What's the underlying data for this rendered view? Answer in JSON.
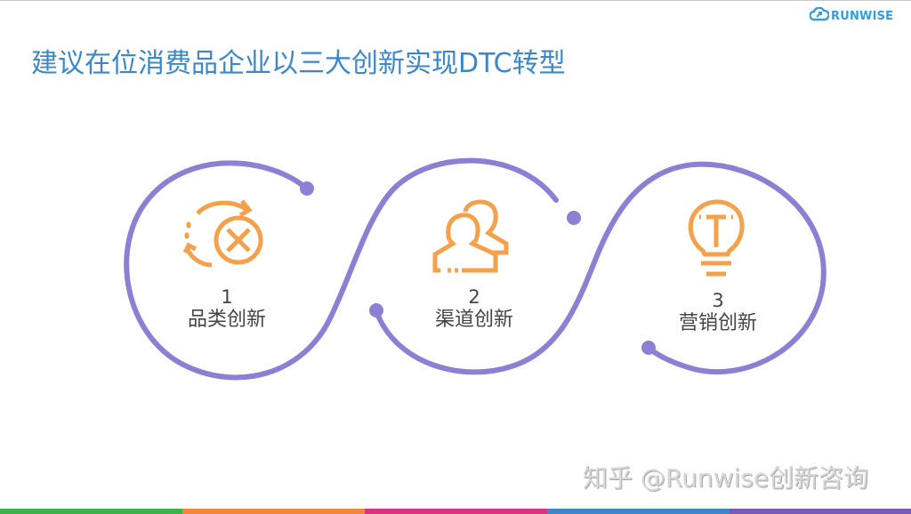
{
  "header": {
    "logo_text": "RUNWISE",
    "logo_icon": "cloud-icon",
    "title": "建议在位消费品企业以三大创新实现DTC转型"
  },
  "steps": [
    {
      "number": "1",
      "label": "品类创新",
      "icon": "category-refresh-icon"
    },
    {
      "number": "2",
      "label": "渠道创新",
      "icon": "users-icon"
    },
    {
      "number": "3",
      "label": "营销创新",
      "icon": "lightbulb-icon"
    }
  ],
  "colors": {
    "title": "#3a87cc",
    "wave": "#8f7fd4",
    "icon": "#f5a04a",
    "text": "#444444"
  },
  "footer": {
    "watermark": "知乎 @Runwise创新咨询",
    "stripes": [
      "#3db34a",
      "#f0873a",
      "#e0307f",
      "#3f86c8",
      "#7a5ab8"
    ]
  }
}
